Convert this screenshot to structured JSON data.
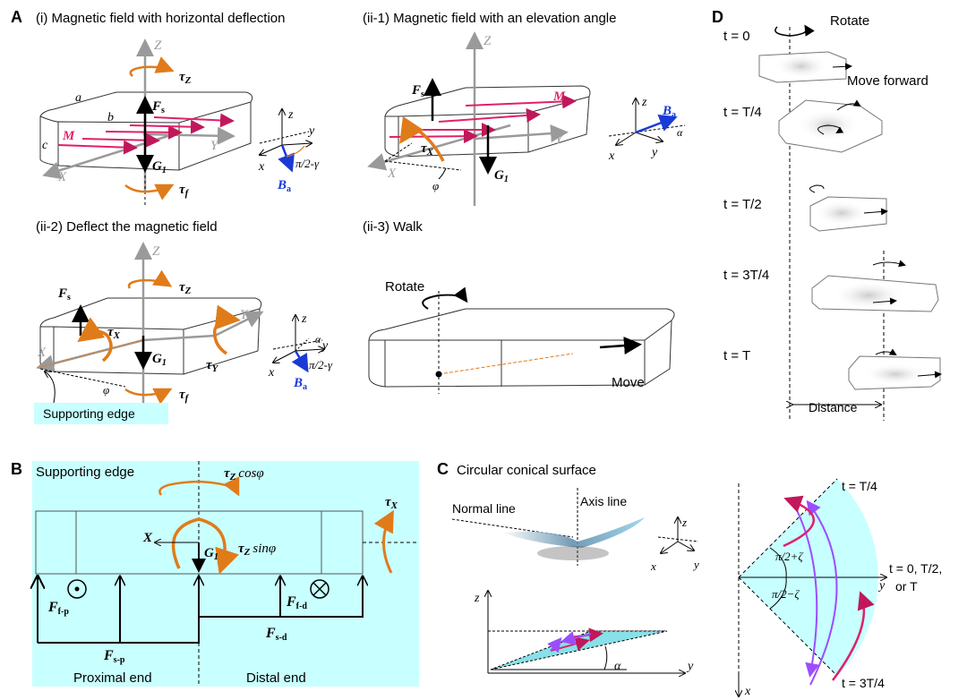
{
  "colors": {
    "cyan": "#c8ffff",
    "orange": "#e07b1a",
    "magenta": "#e0206a",
    "blue": "#1a3ad8",
    "gray": "#9a9a9a",
    "purple": "#9b4dff"
  },
  "panel_a": {
    "letter": "A",
    "i_title": "(i) Magnetic field with horizontal deflection",
    "ii1_title": "(ii-1) Magnetic field with an elevation angle",
    "ii2_title": "(ii-2) Deflect the magnetic field",
    "ii3_title": "(ii-3) Walk",
    "Z": "Z",
    "X": "X",
    "Y": "Y",
    "a": "a",
    "b": "b",
    "c": "c",
    "M": "M",
    "F": "F",
    "s": "s",
    "G": "G",
    "one": "1",
    "tau": "τ",
    "tZ": "Z",
    "tX": "X",
    "tY": "Y",
    "tf": "f",
    "x": "x",
    "y": "y",
    "z": "z",
    "B": "B",
    "a_sub": "a",
    "pi_gamma": "π/2-γ",
    "alpha": "α",
    "phi": "φ",
    "supporting_edge": "Supporting edge",
    "rotate": "Rotate",
    "move": "Move"
  },
  "panel_b": {
    "letter": "B",
    "title": "Supporting edge",
    "tz_cos": "cosφ",
    "tz_sin": "sinφ",
    "X": "X",
    "Ffp": "f-p",
    "Fsp": "s-p",
    "Ffd": "f-d",
    "Fsd": "s-d",
    "proximal": "Proximal end",
    "distal": "Distal end"
  },
  "panel_c": {
    "letter": "C",
    "title": "Circular conical surface",
    "normal_line": "Normal line",
    "axis_line": "Axis line",
    "z": "z",
    "y": "y",
    "x": "x",
    "alpha": "α",
    "t_T4": "t = T/4",
    "t_3T4": "t = 3T/4",
    "t_0": "t = 0, T/2,",
    "t_or": "or T",
    "pi_plus": "π/2+ζ",
    "pi_minus": "π/2−ζ"
  },
  "panel_d": {
    "letter": "D",
    "rotate": "Rotate",
    "move_forward": "Move forward",
    "times": [
      "t = 0",
      "t = T/4",
      "t = T/2",
      "t = 3T/4",
      "t = T"
    ],
    "distance": "Distance"
  }
}
